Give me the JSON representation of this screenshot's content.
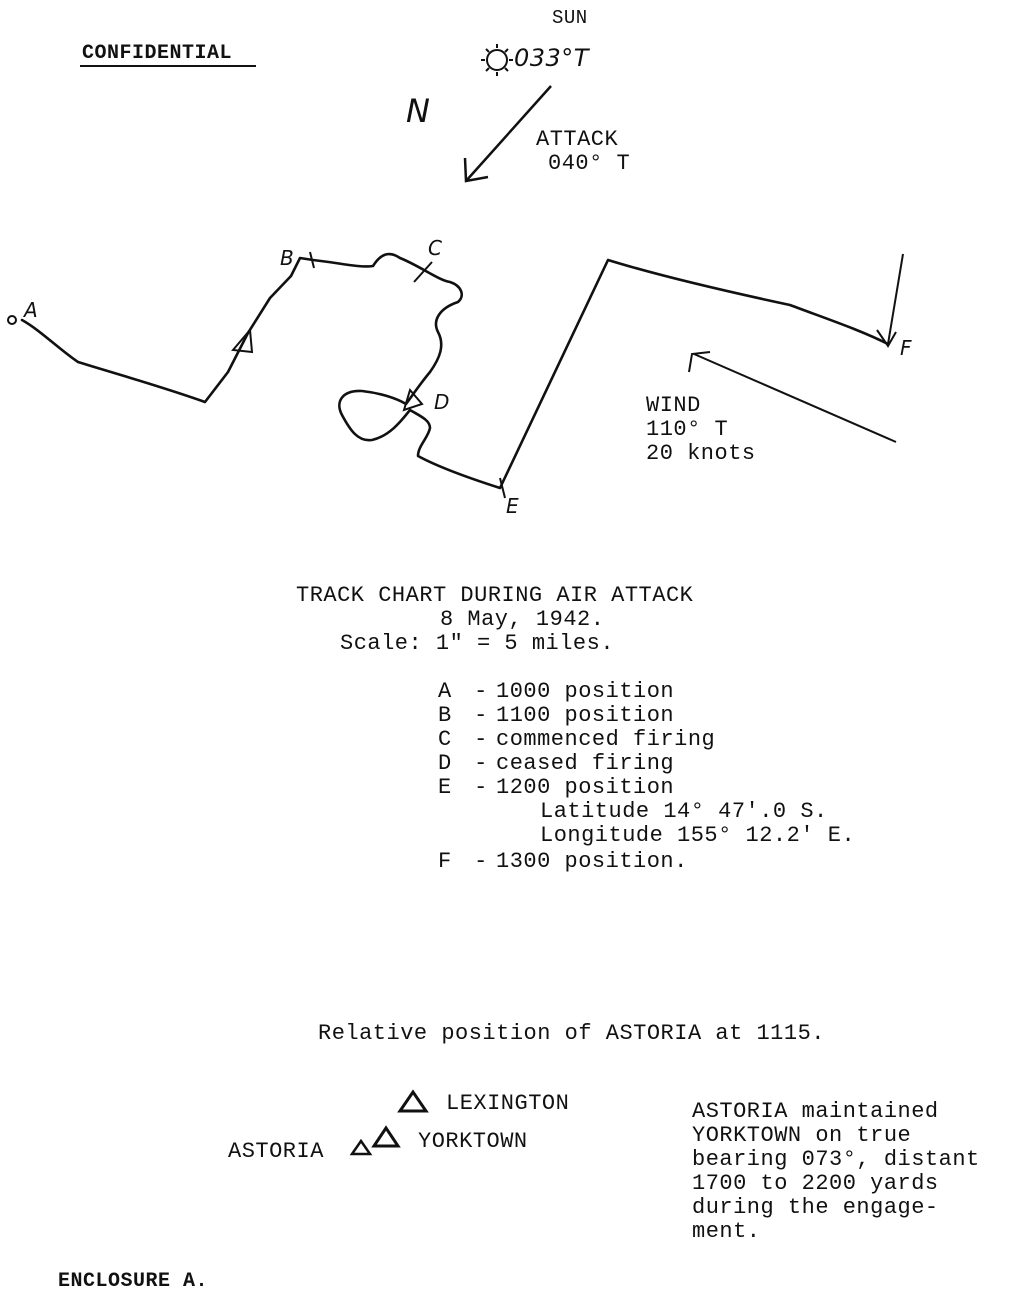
{
  "header": {
    "classification": "CONFIDENTIAL"
  },
  "compass": {
    "north_label": "N",
    "sun_label": "SUN",
    "sun_bearing": "033°T",
    "attack_label": "ATTACK",
    "attack_bearing": "040° T"
  },
  "wind": {
    "label": "WIND",
    "direction": "110° T",
    "speed": "20 knots"
  },
  "track_points": {
    "A": "A",
    "B": "B",
    "C": "C",
    "D": "D",
    "E": "E",
    "F": "F"
  },
  "title": {
    "line1": "TRACK CHART DURING AIR ATTACK",
    "line2": "8 May, 1942.",
    "line3": "Scale: 1\" = 5 miles."
  },
  "legend": [
    {
      "key": "A",
      "dash": "-",
      "text": "1000 position"
    },
    {
      "key": "B",
      "dash": "-",
      "text": "1100 position"
    },
    {
      "key": "C",
      "dash": "-",
      "text": "commenced firing"
    },
    {
      "key": "D",
      "dash": "-",
      "text": "ceased firing"
    },
    {
      "key": "E",
      "dash": "-",
      "text": "1200 position"
    },
    {
      "key": "",
      "dash": "",
      "text": "Latitude 14° 47'.0 S."
    },
    {
      "key": "",
      "dash": "",
      "text": "Longitude 155° 12.2' E."
    },
    {
      "key": "F",
      "dash": "-",
      "text": "1300 position."
    }
  ],
  "relative": {
    "heading": "Relative position of ASTORIA at 1115.",
    "lexington": "LEXINGTON",
    "yorktown": "YORKTOWN",
    "astoria": "ASTORIA"
  },
  "note": {
    "line1": "ASTORIA maintained",
    "line2": "YORKTOWN on true",
    "line3": "bearing 073°, distant",
    "line4": "1700 to 2200 yards",
    "line5": "during the engage-",
    "line6": "ment."
  },
  "footer": {
    "enclosure": "ENCLOSURE A."
  }
}
